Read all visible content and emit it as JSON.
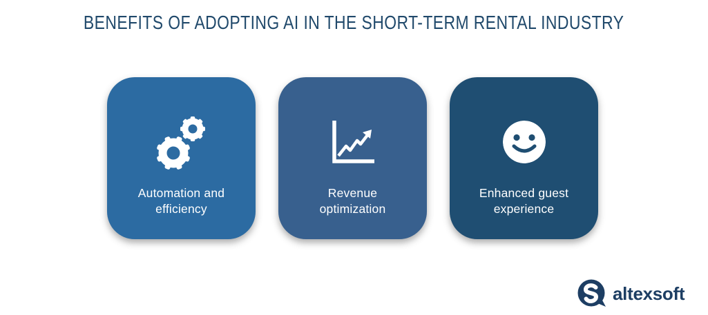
{
  "title": "BENEFITS OF ADOPTING AI IN THE SHORT-TERM RENTAL INDUSTRY",
  "cards": [
    {
      "icon": "gears-icon",
      "label": "Automation and efficiency",
      "label_lines": [
        "Automation and",
        "efficiency"
      ],
      "bg": "#2c6ba2"
    },
    {
      "icon": "line-chart-icon",
      "label": "Revenue optimization",
      "label_lines": [
        "Revenue",
        "optimization"
      ],
      "bg": "#38608e"
    },
    {
      "icon": "smiley-face-icon",
      "label": "Enhanced guest experience",
      "label_lines": [
        "Enhanced guest",
        "experience"
      ],
      "bg": "#1f4e72"
    }
  ],
  "logo": {
    "text": "altexsoft",
    "icon": "altexsoft-logo-icon",
    "color": "#1d3e63"
  },
  "colors": {
    "background": "#ffffff",
    "title_text": "#20496b",
    "card_text": "#ffffff",
    "card1_bg": "#2c6ba2",
    "card2_bg": "#38608e",
    "card3_bg": "#1f4e72"
  }
}
